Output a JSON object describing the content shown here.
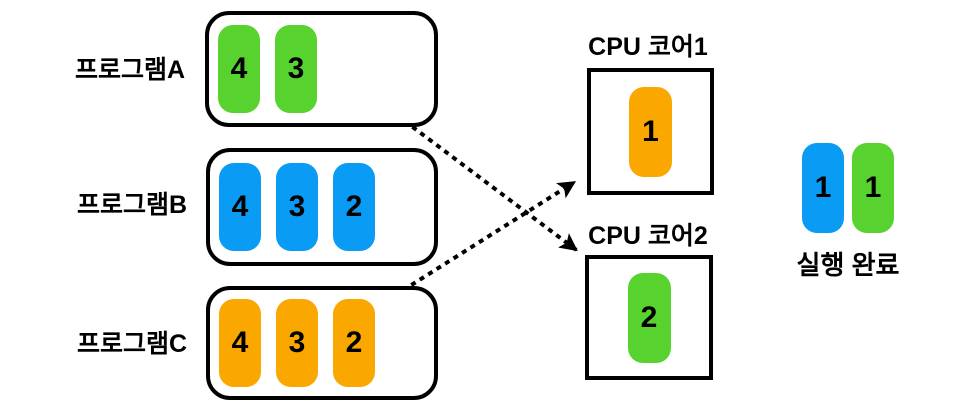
{
  "programs": [
    {
      "label": "프로그램A",
      "task_color": "#58D22E",
      "tasks": [
        "4",
        "3"
      ]
    },
    {
      "label": "프로그램B",
      "task_color": "#0A9BF5",
      "tasks": [
        "4",
        "3",
        "2"
      ]
    },
    {
      "label": "프로그램C",
      "task_color": "#FAA700",
      "tasks": [
        "4",
        "3",
        "2"
      ]
    }
  ],
  "cpu_cores": [
    {
      "label": "CPU 코어1",
      "running_task": {
        "value": "1",
        "color": "#FAA700"
      }
    },
    {
      "label": "CPU 코어2",
      "running_task": {
        "value": "2",
        "color": "#58D22E"
      }
    }
  ],
  "completed": {
    "label": "실행 완료",
    "tasks": [
      {
        "value": "1",
        "color": "#0A9BF5"
      },
      {
        "value": "1",
        "color": "#58D22E"
      }
    ]
  },
  "arrows": [
    {
      "from": "프로그램A",
      "to": "CPU 코어2",
      "style": "dotted"
    },
    {
      "from": "프로그램C",
      "to": "CPU 코어1",
      "style": "dotted"
    }
  ],
  "colors": {
    "outline": "#000000",
    "background": "#FFFFFF",
    "text": "#000000"
  }
}
